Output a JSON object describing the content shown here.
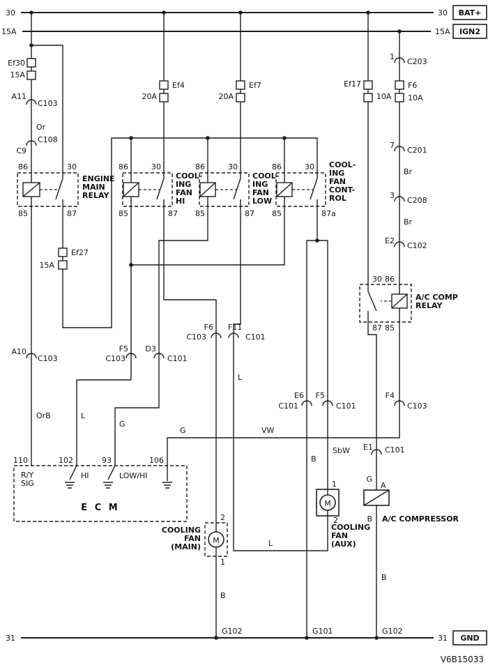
{
  "page": {
    "doc_number": "V6B15033"
  },
  "buses": {
    "bat": {
      "left_label": "30",
      "right_label": "30",
      "tag": "BAT+"
    },
    "ign": {
      "left_label": "15A",
      "right_label": "15A",
      "tag": "IGN2"
    },
    "gnd": {
      "left_label": "31",
      "right_label": "31",
      "tag": "GND"
    }
  },
  "fuses": {
    "ef30": {
      "name": "Ef30",
      "rating": "15A"
    },
    "ef4": {
      "name": "Ef4",
      "rating": "20A"
    },
    "ef7": {
      "name": "Ef7",
      "rating": "20A"
    },
    "ef17": {
      "name": "Ef17",
      "rating": "10A"
    },
    "f6": {
      "name": "F6",
      "rating": "10A"
    },
    "ef27": {
      "name": "Ef27",
      "rating": "15A"
    }
  },
  "connectors": {
    "a11": {
      "pin": "A11",
      "name": "C103"
    },
    "c9": {
      "pin": "C9",
      "name": "C108"
    },
    "a10": {
      "pin": "A10",
      "name": "C103"
    },
    "c203": {
      "pin": "1",
      "name": "C203"
    },
    "c201": {
      "pin": "7",
      "name": "C201"
    },
    "c208": {
      "pin": "3",
      "name": "C208"
    },
    "e2": {
      "pin": "E2",
      "name": "C102"
    },
    "f5_c103": {
      "pin": "F5",
      "name": "C103"
    },
    "d3": {
      "pin": "D3",
      "name": "C101"
    },
    "f6_c103": {
      "pin": "F6",
      "name": "C103"
    },
    "f11": {
      "pin": "F11",
      "name": "C101"
    },
    "e6": {
      "pin": "E6",
      "name": "C101"
    },
    "f5_c101": {
      "pin": "F5",
      "name": "C101"
    },
    "f4": {
      "pin": "F4",
      "name": "C103"
    },
    "e1": {
      "pin": "E1",
      "name": "C101"
    }
  },
  "relays": {
    "engine_main": {
      "name": [
        "ENGINE",
        "MAIN",
        "RELAY"
      ],
      "tl": "86",
      "tr": "30",
      "bl": "85",
      "br": "87"
    },
    "fan_hi": {
      "name": [
        "COOL-",
        "ING",
        "FAN",
        "HI"
      ],
      "tl": "86",
      "tr": "30",
      "bl": "85",
      "br": "87"
    },
    "fan_low": {
      "name": [
        "COOL-",
        "ING",
        "FAN",
        "LOW"
      ],
      "tl": "86",
      "tr": "30",
      "bl": "85",
      "br": "87"
    },
    "fan_control": {
      "name": [
        "COOL-",
        "ING",
        "FAN",
        "CONT-",
        "ROL"
      ],
      "tl": "86",
      "tr": "30",
      "bl": "85",
      "br": "87a"
    },
    "ac_comp": {
      "name": [
        "A/C COMP",
        "RELAY"
      ],
      "tl": "30",
      "tr": "86",
      "bl": "87",
      "br": "85"
    }
  },
  "ecm": {
    "label": "E C M",
    "pin_110": {
      "num": "110",
      "desc_line1": "R/Y",
      "desc_line2": "SIG"
    },
    "pin_102": {
      "num": "102",
      "desc": "HI"
    },
    "pin_93": {
      "num": "93",
      "desc": "LOW/HI"
    },
    "pin_106": {
      "num": "106"
    }
  },
  "motors": {
    "main": {
      "name": [
        "COOLING",
        "FAN",
        "(MAIN)"
      ],
      "symbol": "M",
      "terminal_top": "2",
      "terminal_bottom": "1"
    },
    "aux": {
      "name": [
        "COOLING",
        "FAN",
        "(AUX)"
      ],
      "symbol": "M",
      "terminal_top": "1",
      "terminal_bottom": "2"
    }
  },
  "compressor": {
    "name": "A/C COMPRESSOR",
    "terminal_top": "A",
    "terminal_bottom": "B"
  },
  "wire_colors": {
    "or": "Or",
    "orb": "OrB",
    "l_ecm": "L",
    "l_fan": "L",
    "l_link": "L",
    "g_ecm": "G",
    "g_net": "G",
    "g_comp": "G",
    "br_upper": "Br",
    "br_lower": "Br",
    "vw": "VW",
    "sbw": "SbW",
    "b_aux": "B",
    "b_main": "B",
    "b_comp": "B"
  },
  "grounds": {
    "main_fan": "G102",
    "aux_fan": "G101",
    "compressor": "G102"
  }
}
